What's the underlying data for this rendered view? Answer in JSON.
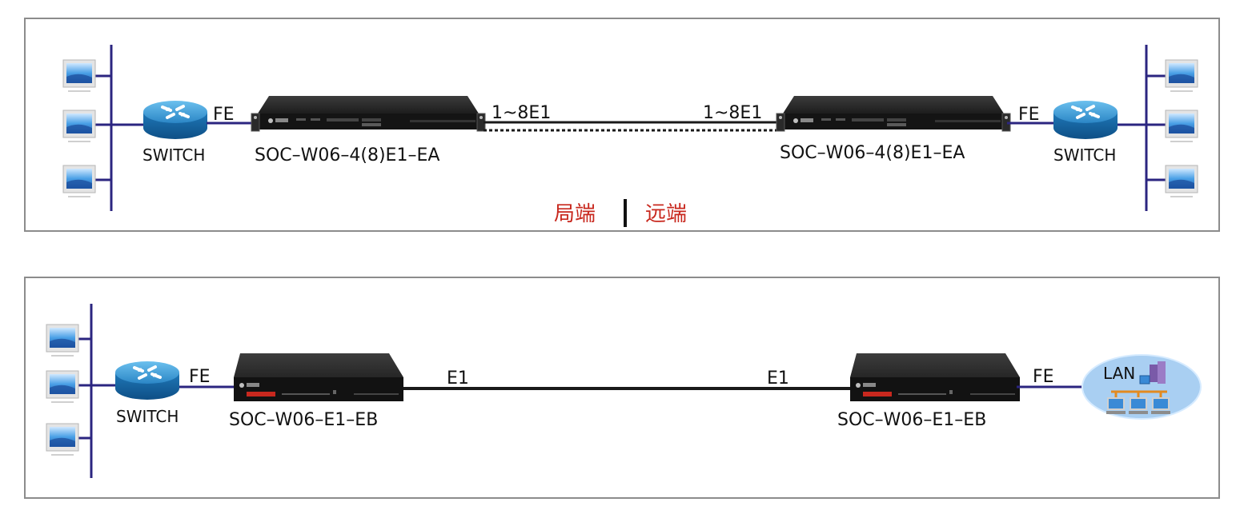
{
  "panels": [
    {
      "left_devices": {
        "switch_label": "SWITCH",
        "link_label": "FE"
      },
      "left_converter": {
        "model_label": "SOC–W06–4(8)E1–EA",
        "port_label": "1~8E1"
      },
      "right_converter": {
        "model_label": "SOC–W06–4(8)E1–EA",
        "port_label": "1~8E1"
      },
      "right_devices": {
        "switch_label": "SWITCH",
        "link_label": "FE"
      },
      "legend": {
        "local_label": "局端",
        "remote_label": "远端"
      }
    },
    {
      "left_devices": {
        "switch_label": "SWITCH",
        "link_label": "FE"
      },
      "left_converter": {
        "model_label": "SOC–W06–E1–EB",
        "port_label": "E1"
      },
      "right_converter": {
        "model_label": "SOC–W06–E1–EB",
        "port_label": "E1"
      },
      "right_devices": {
        "lan_label": "LAN",
        "link_label": "FE"
      }
    }
  ],
  "colors": {
    "bus_line": "#2b2580",
    "frame_border": "#8c8c8c",
    "legend_text": "#c8281e",
    "trunk_line": "#1a1a1a",
    "label_text": "#111111"
  },
  "icons": [
    "pc-monitor-icon",
    "switch-router-icon",
    "rack-converter-icon",
    "desktop-converter-icon",
    "lan-cloud-icon"
  ]
}
